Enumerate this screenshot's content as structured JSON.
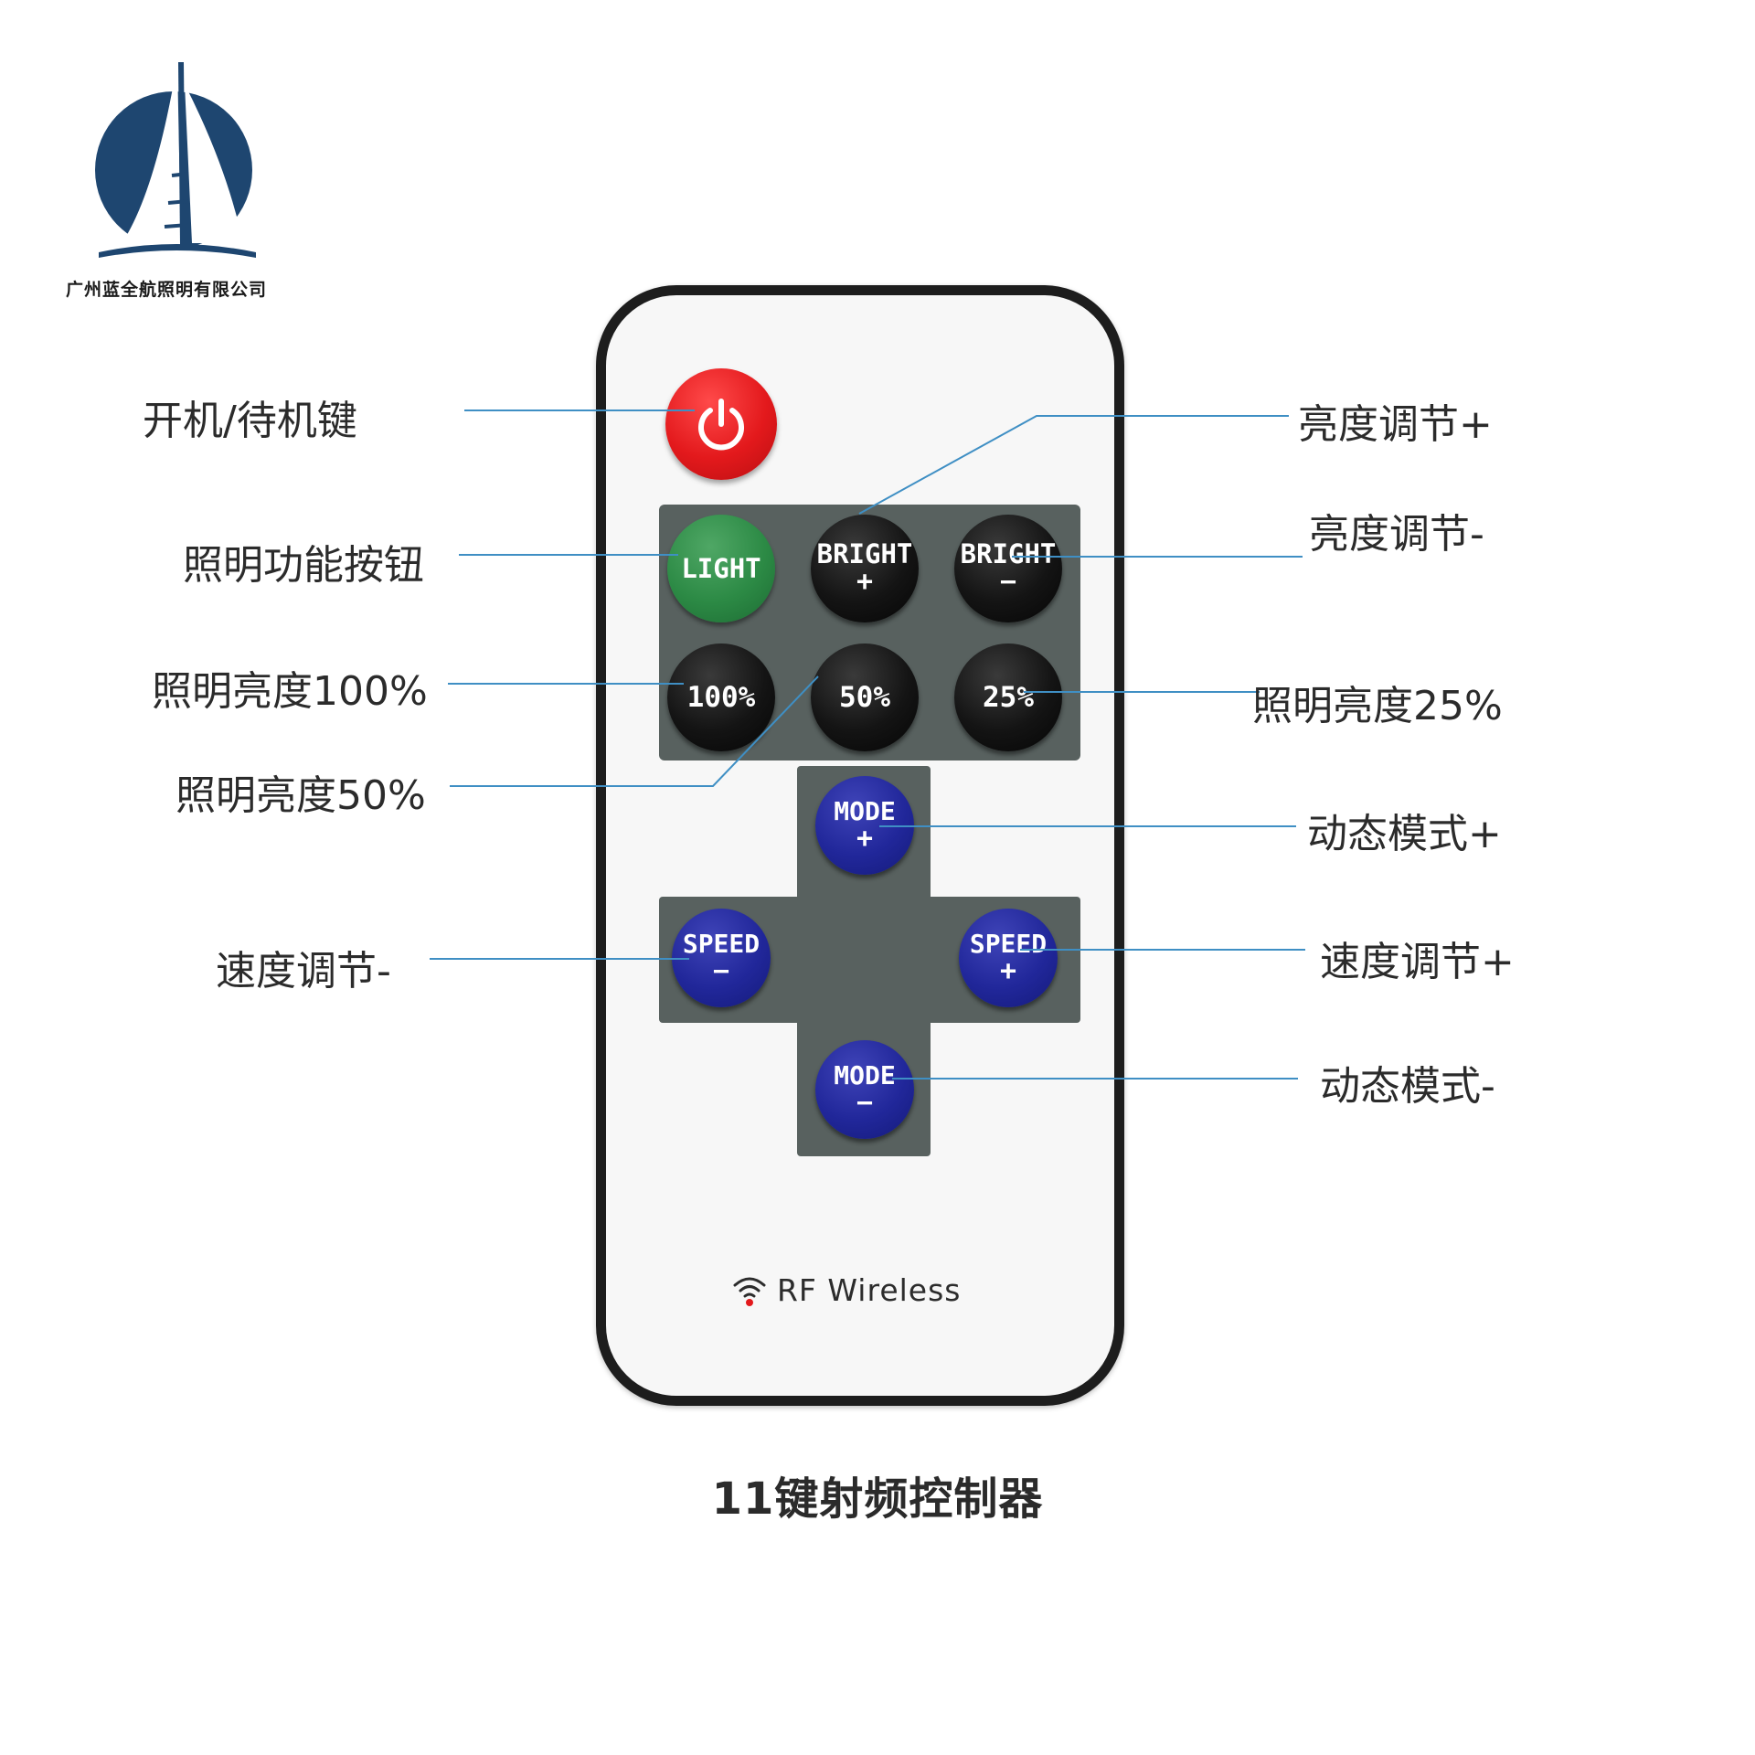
{
  "company": {
    "name": "广州蓝全航照明有限公司",
    "brand_color": "#1e4670"
  },
  "remote": {
    "rf_label": "RF Wireless",
    "buttons": {
      "power": {
        "icon": "power-icon",
        "color": "#e3191c"
      },
      "light": {
        "label": "LIGHT",
        "color": "#2c8a45"
      },
      "bright_up": {
        "label": "BRIGHT",
        "sub": "+"
      },
      "bright_down": {
        "label": "BRIGHT",
        "sub": "−"
      },
      "level_100": {
        "label": "100%"
      },
      "level_50": {
        "label": "50%"
      },
      "level_25": {
        "label": "25%"
      },
      "mode_up": {
        "label": "MODE",
        "sub": "+"
      },
      "mode_down": {
        "label": "MODE",
        "sub": "−"
      },
      "speed_down": {
        "label": "SPEED",
        "sub": "−"
      },
      "speed_up": {
        "label": "SPEED",
        "sub": "+"
      }
    },
    "colors": {
      "panel": "#58615f",
      "blue_button": "#21279a",
      "black_button": "#141414",
      "leader_line": "#3f8fc4"
    }
  },
  "callouts": {
    "power": "开机/待机键",
    "light": "照明功能按钮",
    "level_100": "照明亮度100%",
    "level_50": "照明亮度50%",
    "speed_down": "速度调节-",
    "bright_up": "亮度调节+",
    "bright_down": "亮度调节-",
    "level_25": "照明亮度25%",
    "mode_up": "动态模式+",
    "speed_up": "速度调节+",
    "mode_down": "动态模式-"
  },
  "caption": "11键射频控制器"
}
